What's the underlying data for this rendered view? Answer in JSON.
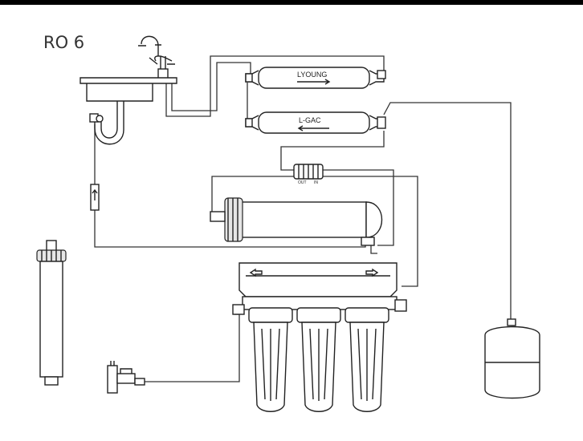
{
  "model_label": "RO 6",
  "filters": {
    "top_label": "LYOUNG",
    "bottom_label": "L-GAC"
  },
  "flow_restrictor": {
    "out_label": "OUT",
    "in_label": "IN"
  },
  "colors": {
    "top_bar": "#000000",
    "stroke": "#222222",
    "shade": "#e6e6e6"
  }
}
